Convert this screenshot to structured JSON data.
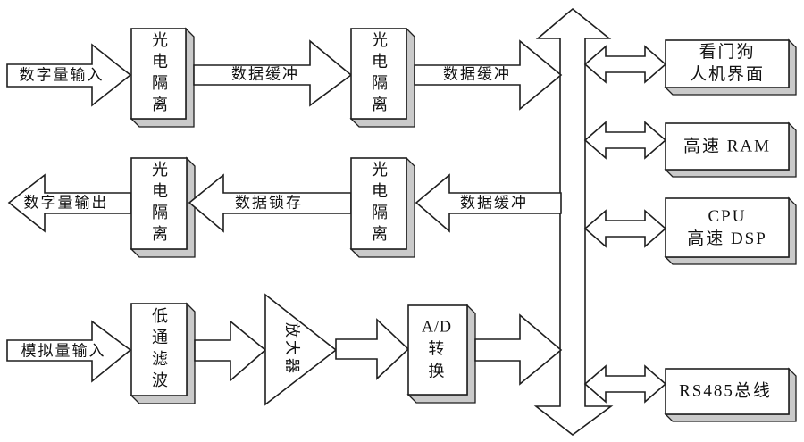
{
  "colors": {
    "line": "#1f1f1f",
    "fill": "#ffffff",
    "shadow": "#cacaca",
    "bg": "#ffffff",
    "text": "#111111"
  },
  "flows": {
    "digital_input": "数字量输入",
    "digital_output": "数字量输出",
    "analog_input": "模拟量输入",
    "buffer_1": "数据缓冲",
    "buffer_2": "数据缓冲",
    "buffer_3": "数据缓冲",
    "latch": "数据锁存"
  },
  "blocks": {
    "opto_1": "光电隔离",
    "opto_2": "光电隔离",
    "opto_3": "光电隔离",
    "opto_4": "光电隔离",
    "lowpass": "低通滤波",
    "amplifier": "放大器",
    "adc": {
      "line1": "A/D",
      "line2": "转",
      "line3": "换"
    }
  },
  "bus_blocks": {
    "watchdog": {
      "line1": "看门狗",
      "line2": "人机界面"
    },
    "ram": "高速 RAM",
    "cpu": {
      "line1": "CPU",
      "line2": "高速 DSP"
    },
    "rs485": "RS485总线"
  }
}
